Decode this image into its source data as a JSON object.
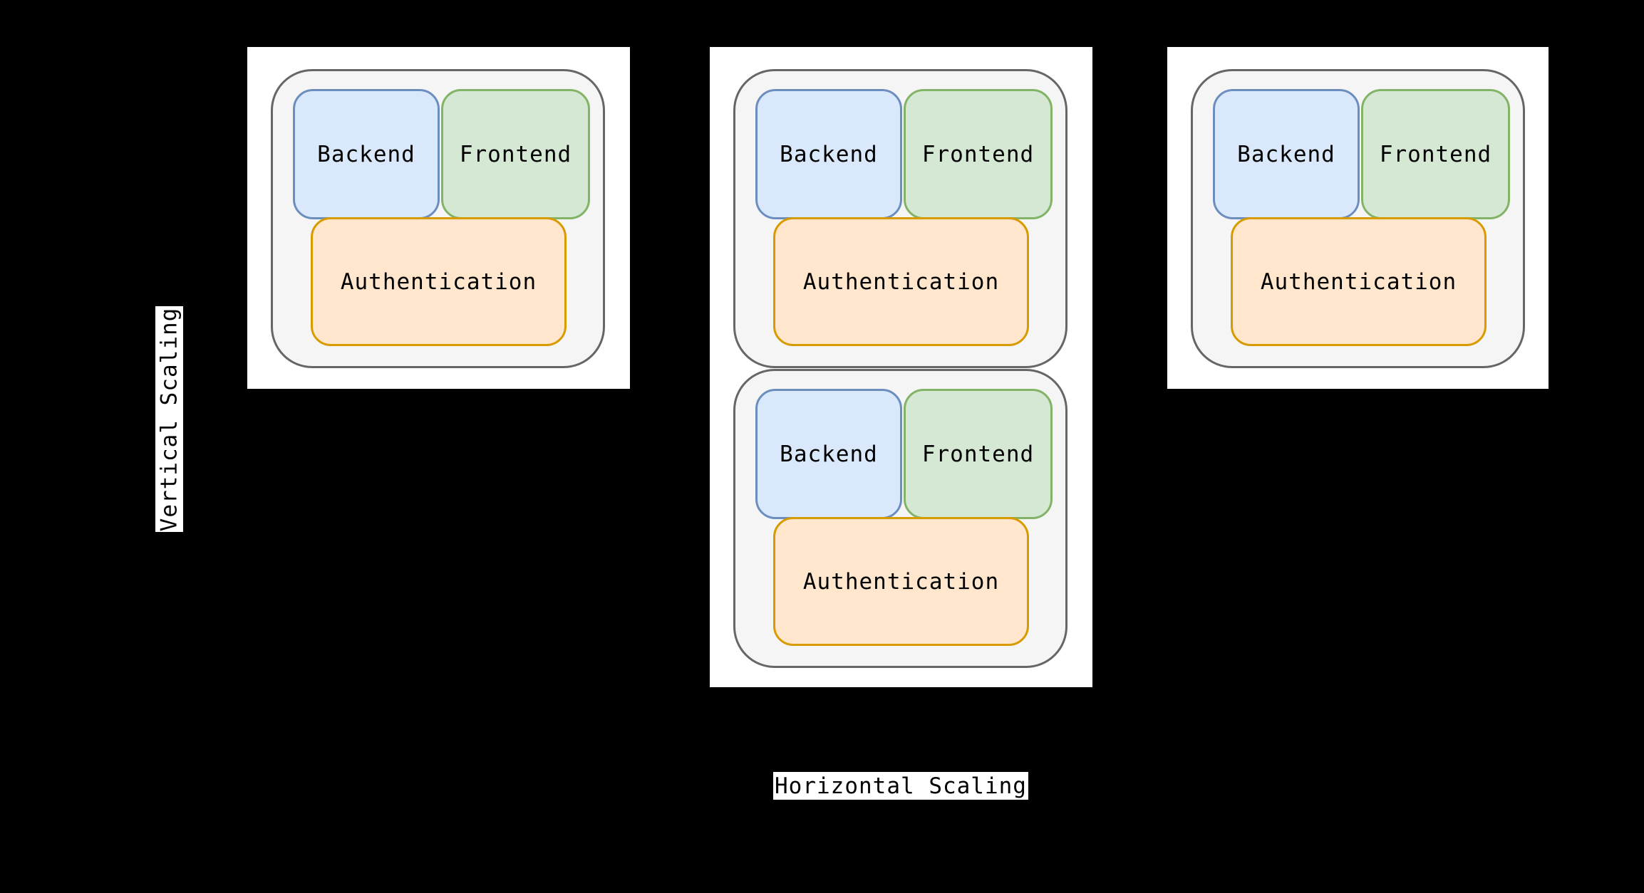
{
  "axis_labels": {
    "vertical": "Vertical Scaling",
    "horizontal": "Horizontal Scaling"
  },
  "panels": [
    {
      "position": "top-left",
      "servers": [
        {
          "backend": "Backend",
          "frontend": "Frontend",
          "authentication": "Authentication"
        }
      ]
    },
    {
      "position": "center",
      "servers": [
        {
          "backend": "Backend",
          "frontend": "Frontend",
          "authentication": "Authentication"
        },
        {
          "backend": "Backend",
          "frontend": "Frontend",
          "authentication": "Authentication"
        }
      ]
    },
    {
      "position": "top-right",
      "servers": [
        {
          "backend": "Backend",
          "frontend": "Frontend",
          "authentication": "Authentication"
        }
      ]
    }
  ],
  "colors": {
    "background": "#000000",
    "card_background": "#ffffff",
    "server_fill": "#f5f5f5",
    "server_stroke": "#666666",
    "backend_fill": "#dae8fc",
    "backend_stroke": "#6c8ebf",
    "frontend_fill": "#d5e8d4",
    "frontend_stroke": "#82b366",
    "authentication_fill": "#ffe6cc",
    "authentication_stroke": "#d79b00"
  }
}
